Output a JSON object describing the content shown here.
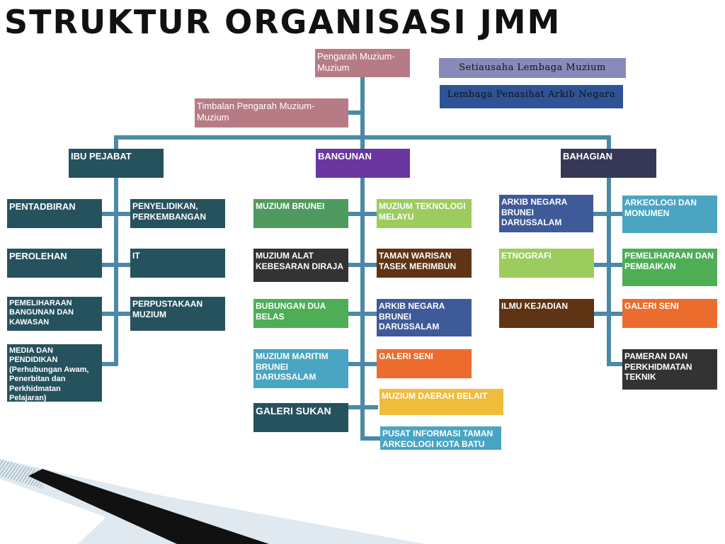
{
  "title": "STRUKTUR  ORGANISASI  JMM",
  "top": {
    "pengarah": "Pengarah Muzium-Muzium",
    "setiausaha": "Setiausaha  Lembaga  Muzium",
    "lembaga": "Lembaga  Penasihat  Arkib  Negara",
    "timbalan": "Timbalan Pengarah Muzium-Muzium"
  },
  "branches": {
    "ibu_pejabat": {
      "label": "IBU PEJABAT",
      "left": [
        "PENTADBIRAN",
        "PEROLEHAN",
        "PEMELIHARAAN BANGUNAN DAN KAWASAN",
        "MEDIA DAN PENDIDIKAN (Perhubungan Awam, Penerbitan dan Perkhidmatan Pelajaran)"
      ],
      "right": [
        "PENYELIDIKAN, PERKEMBANGAN",
        "IT",
        "PERPUSTAKAAN MUZIUM"
      ]
    },
    "bangunan": {
      "label": "BANGUNAN",
      "left": [
        "MUZIUM BRUNEI",
        "MUZIUM ALAT KEBESARAN DIRAJA",
        "BUBUNGAN DUA BELAS",
        "MUZIUM MARITIM BRUNEI DARUSSALAM",
        "GALERI SUKAN"
      ],
      "right": [
        "MUZIUM TEKNOLOGI MELAYU",
        "TAMAN WARISAN TASEK MERIMBUN",
        "ARKIB NEGARA BRUNEI DARUSSALAM",
        "GALERI SENI",
        "MUZIUM DAERAH BELAIT",
        "PUSAT INFORMASI TAMAN ARKEOLOGI KOTA BATU"
      ]
    },
    "bahagian": {
      "label": "BAHAGIAN",
      "left": [
        "ARKIB NEGARA BRUNEI DARUSSALAM",
        "ETNOGRAFI",
        "ILMU KEJADIAN"
      ],
      "right": [
        "ARKEOLOGI DAN MONUMEN",
        "PEMELIHARAAN DAN PEMBAIKAN",
        "GALERI SENI",
        "PAMERAN DAN PERKHIDMATAN TEKNIK"
      ]
    }
  },
  "colors": {
    "connector": "#4a8aa6",
    "pengarah": "#b77b86",
    "setiausaha": "#8989ba",
    "lembaga": "#2e5396",
    "ibu_pejabat": "#26525e",
    "bangunan": "#6a36a0",
    "bahagian": "#363856",
    "green": "#4f9a5e",
    "light_green": "#9ccc5e",
    "dark_gray": "#333333",
    "brown": "#5e3414",
    "blue": "#3e5a98",
    "teal": "#49a5c2",
    "orange": "#ec6c2e",
    "yellow": "#f0bc3c",
    "bright_green": "#4eae55"
  }
}
